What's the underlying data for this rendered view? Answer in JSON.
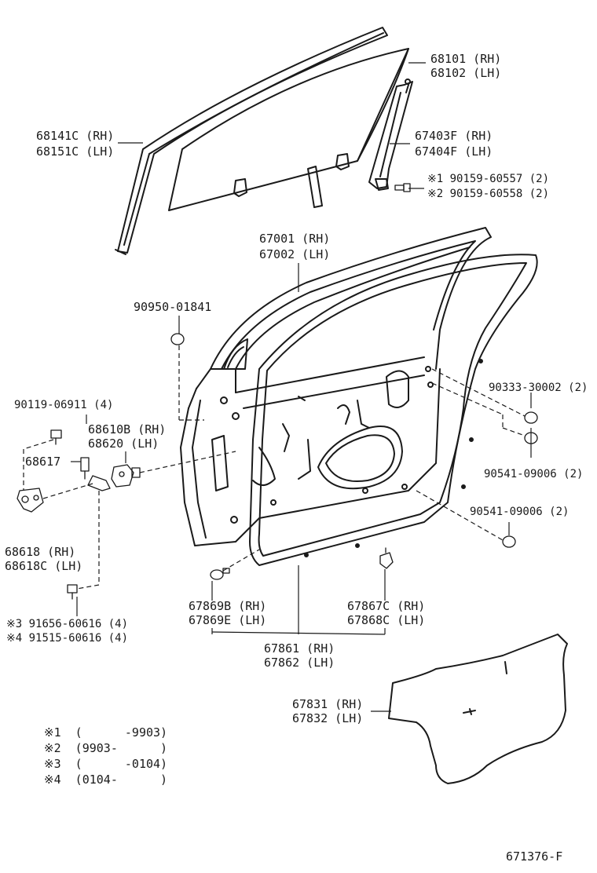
{
  "parts": {
    "glass_rh": "68101 (RH)",
    "glass_lh": "68102 (LH)",
    "run_rh": "68141C (RH)",
    "run_lh": "68151C (LH)",
    "rear_channel_rh": "67403F (RH)",
    "rear_channel_lh": "67404F (LH)",
    "bolt_1": "※1 90159-60557 (2)",
    "bolt_2": "※2 90159-60558 (2)",
    "door_panel_rh": "67001 (RH)",
    "door_panel_lh": "67002 (LH)",
    "plug_top": "90950-01841",
    "bolt_hinge": "90119-06911 (4)",
    "hinge_upper_rh": "68610B (RH)",
    "hinge_upper_lh": "68620  (LH)",
    "check_pin": "68617",
    "hinge_lower_rh": "68618  (RH)",
    "hinge_lower_lh": "68618C (LH)",
    "plug_a": "90333-30002 (2)",
    "plug_b": "90541-09006 (2)",
    "plug_c": "90541-09006 (2)",
    "clip_rh": "67869B (RH)",
    "clip_lh": "67869E (LH)",
    "clip2_rh": "67867C (RH)",
    "clip2_lh": "67868C (LH)",
    "weatherstrip_rh": "67861 (RH)",
    "weatherstrip_lh": "67862 (LH)",
    "bolt_3": "※3  91656-60616 (4)",
    "bolt_4": "※4  91515-60616 (4)",
    "film_rh": "67831 (RH)",
    "film_lh": "67832 (LH)"
  },
  "notes": [
    "※1  (      -9903)",
    "※2  (9903-      )",
    "※3  (      -0104)",
    "※4  (0104-      )"
  ],
  "figure_id": "671376-F"
}
